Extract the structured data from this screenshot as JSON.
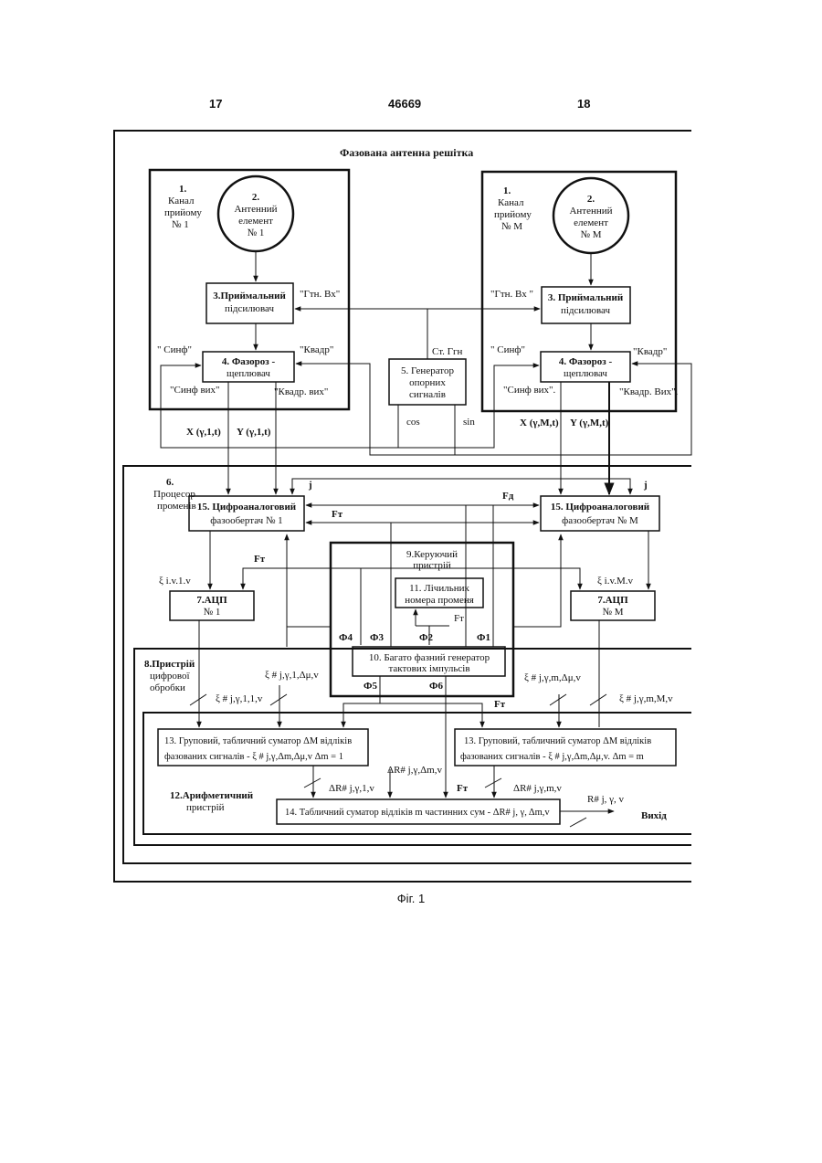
{
  "header": {
    "left_page": "17",
    "patent_number": "46669",
    "right_page": "18"
  },
  "figure_caption": "Фіг. 1",
  "diagram": {
    "outer_title": "Фазована антенна решітка",
    "channel_1": {
      "label_num": "1.",
      "label_l1": "Канал",
      "label_l2": "прийому",
      "label_l3": "№ 1"
    },
    "channel_m": {
      "label_num": "1.",
      "label_l1": "Канал",
      "label_l2": "прийому",
      "label_l3": "№ М"
    },
    "antenna_1": {
      "l1": "2.",
      "l2": "Антенний",
      "l3": "елемент",
      "l4": "№ 1"
    },
    "antenna_m": {
      "l1": "2.",
      "l2": "Антенний",
      "l3": "елемент",
      "l4": "№ М"
    },
    "receiver_1": {
      "l1": "3.Приймальний",
      "l2": "підсилювач"
    },
    "receiver_m": {
      "l1": "3. Приймальний",
      "l2": "підсилювач"
    },
    "splitter_1": {
      "l1": "4. Фазороз -",
      "l2": "щеплювач"
    },
    "splitter_m": {
      "l1": "4. Фазороз -",
      "l2": "щеплювач"
    },
    "generator": {
      "l1": "5. Генератор",
      "l2": "опорних",
      "l3": "сигналів"
    },
    "st_gtn": "Ст. Ггн",
    "gtn_in_1": "\"Гтн. Вх\"",
    "gtn_in_m": "\"Гтн. Вх \"",
    "sync_1": "\" Синф\"",
    "quad_1": "\"Квадр\"",
    "sync_m": "\" Синф\"",
    "quad_m": "\"Квадр\"",
    "sync_out_1": "\"Синф вих\"",
    "quad_out_1": "\"Квадр. вих\"",
    "sync_out_m": "\"Синф вих\".",
    "quad_out_m": "\"Квадр. Вих\".",
    "cos": "cos",
    "sin": "sin",
    "x_1": "X (γ,1,t)",
    "y_1": "Y (γ,1,t)",
    "x_m": "X (γ,M,t)",
    "y_m": "Y (γ,M,t)",
    "processor": {
      "l1": "6.",
      "l2": "Процесор",
      "l3": "променів"
    },
    "j_1": "j",
    "j_m": "j",
    "fd": "Fд",
    "ft_top": "Fт",
    "ft_mid": "Fт",
    "ft_count": "Fт",
    "ft_gen": "Fт",
    "ft_bottom": "Fт",
    "dac_1": {
      "l1": "15. Цифроаналоговий",
      "l2": "фазообертач  № 1"
    },
    "dac_m": {
      "l1": "15. Цифроаналоговий",
      "l2": "фазообертач  № М"
    },
    "control": {
      "l1": "9.Керуючий",
      "l2": "пристрій"
    },
    "counter": {
      "l1": "11. Лічильник",
      "l2": "номера променя"
    },
    "adc_1": {
      "l1": "7.АЦП",
      "l2": "№ 1"
    },
    "adc_m": {
      "l1": "7.АЦП",
      "l2": "№ М"
    },
    "xi_adc_1": "ξ i.v.1.v",
    "xi_adc_m": "ξ i.v.M.v",
    "phases": {
      "f4": "Ф4",
      "f3": "Ф3",
      "f2": "Ф2",
      "f1": "Ф1",
      "f5": "Ф5",
      "f6": "Ф6"
    },
    "multiphase": {
      "l1": "10. Багато фазний  генератор",
      "l2": "тактових імпульсів"
    },
    "digital": {
      "l1": "8.Пристрій",
      "l2": "цифрової",
      "l3": "обробки"
    },
    "xi_bus_1": "ξ # j,γ,1,1,v",
    "xi_bus_1b": "ξ # j,γ,1,Δμ,v",
    "xi_bus_m": "ξ # j,γ,m,Δμ,v",
    "xi_bus_mb": "ξ # j,γ,m,M,v",
    "sum_1": {
      "l1": "13. Груповий, табличний суматор ΔМ відліків",
      "l2": "фазованих сигналів - ξ # j,γ,Δm,Δμ,v   Δm = 1"
    },
    "sum_m": {
      "l1": "13. Груповий, табличний  суматор ΔМ відліків",
      "l2": "фазованих сигналів - ξ # j,γ,Δm,Δμ,v.  Δm = m"
    },
    "arith": {
      "l1": "12.Арифметичний",
      "l2": "пристрій"
    },
    "dr_1": "ΔR# j,γ,1,v",
    "dr_mid": "ΔR# j,γ,Δm,v",
    "dr_m": "ΔR# j,γ,m,v",
    "table_sum": "14. Табличний  суматор відліків m частинних сум - ΔR# j, γ,  Δm,v",
    "r_out": "R# j, γ, v",
    "output": "Вихід"
  }
}
